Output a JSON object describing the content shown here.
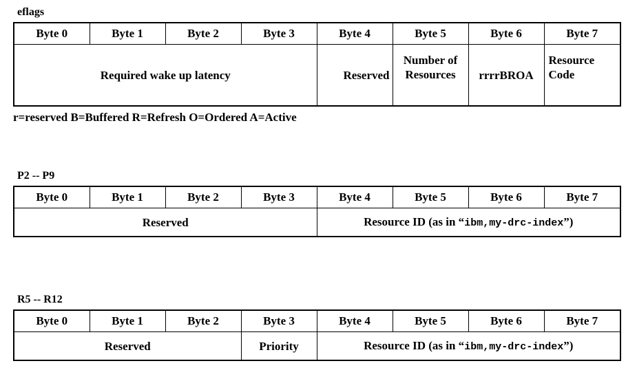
{
  "document": {
    "kind": "byte-layout-diagram",
    "background_color": "#ffffff",
    "text_color": "#000000",
    "border_color": "#000000"
  },
  "byte_headers": [
    "Byte 0",
    "Byte 1",
    "Byte 2",
    "Byte 3",
    "Byte 4",
    "Byte 5",
    "Byte 6",
    "Byte 7"
  ],
  "sections": [
    {
      "id": "eflags",
      "label": "eflags",
      "header": [
        "Byte 0",
        "Byte 1",
        "Byte 2",
        "Byte 3",
        "Byte 4",
        "Byte 5",
        "Byte 6",
        "Byte 7"
      ],
      "fields": [
        {
          "text": "Required wake up latency",
          "span_bytes": "0-3"
        },
        {
          "text": "Reserved",
          "span_bytes": "4"
        },
        {
          "text": "Number of Resources",
          "span_bytes": "5"
        },
        {
          "text": "rrrrBROA",
          "span_bytes": "6"
        },
        {
          "text": "Resource Code",
          "span_bytes": "7"
        }
      ],
      "legend": "r=reserved B=Buffered R=Refresh O=Ordered A=Active"
    },
    {
      "id": "p2-p9",
      "label": "P2 -- P9",
      "header": [
        "Byte 0",
        "Byte 1",
        "Byte 2",
        "Byte 3",
        "Byte 4",
        "Byte 5",
        "Byte 6",
        "Byte 7"
      ],
      "fields": [
        {
          "text": "Reserved",
          "span_bytes": "0-3"
        },
        {
          "text_prefix": "Resource ID (as in “",
          "text_mono": "ibm,my-drc-index",
          "text_suffix": "”)",
          "span_bytes": "4-7"
        }
      ]
    },
    {
      "id": "r5-r12",
      "label": "R5 -- R12",
      "header": [
        "Byte 0",
        "Byte 1",
        "Byte 2",
        "Byte 3",
        "Byte 4",
        "Byte 5",
        "Byte 6",
        "Byte 7"
      ],
      "fields": [
        {
          "text": "Reserved",
          "span_bytes": "0-2"
        },
        {
          "text": "Priority",
          "span_bytes": "3"
        },
        {
          "text_prefix": "Resource ID (as in “",
          "text_mono": "ibm,my-drc-index",
          "text_suffix": "”)",
          "span_bytes": "4-7"
        }
      ]
    }
  ]
}
